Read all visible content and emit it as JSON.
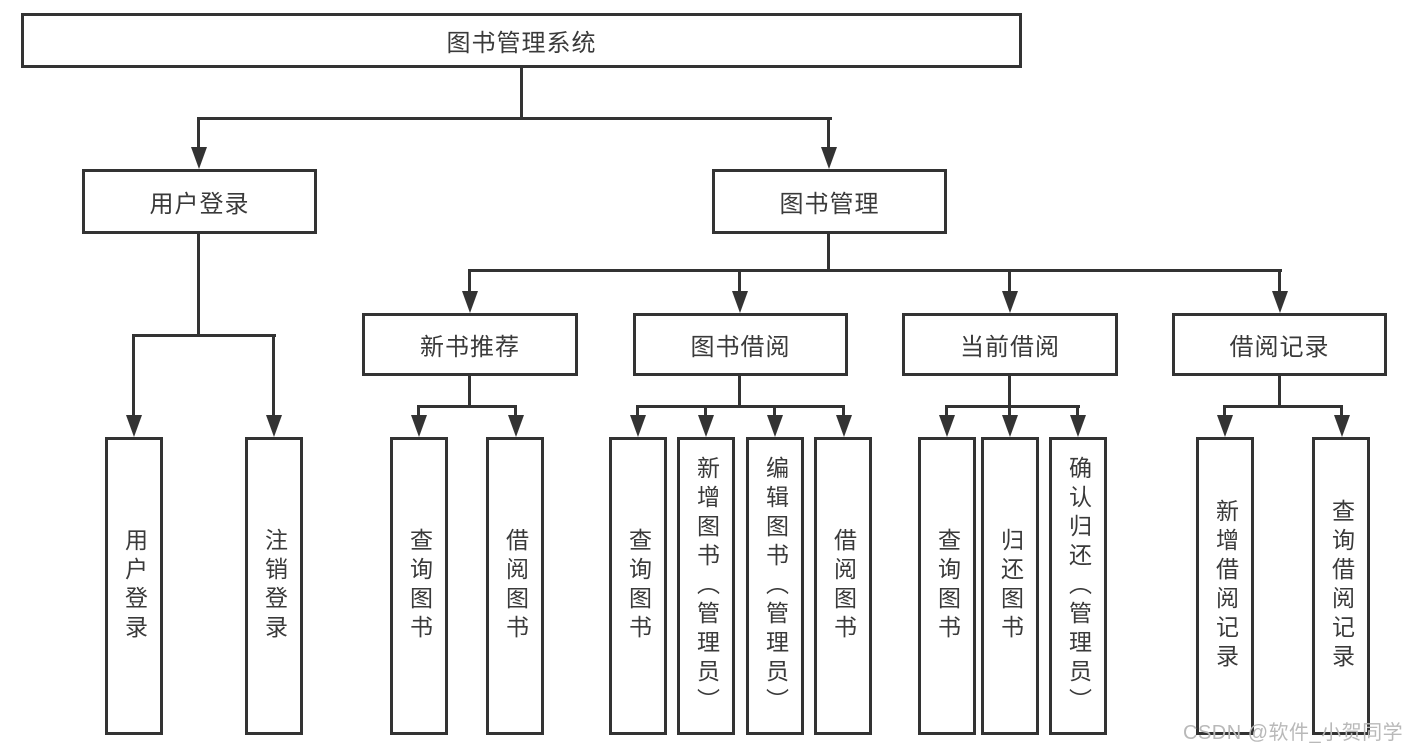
{
  "diagram": {
    "type": "tree",
    "root": {
      "label": "图书管理系统"
    },
    "branches": [
      {
        "label": "用户登录",
        "children": [
          {
            "label": "用户登录"
          },
          {
            "label": "注销登录"
          }
        ]
      },
      {
        "label": "图书管理",
        "children": [
          {
            "label": "新书推荐",
            "children": [
              {
                "label": "查询图书"
              },
              {
                "label": "借阅图书"
              }
            ]
          },
          {
            "label": "图书借阅",
            "children": [
              {
                "label": "查询图书"
              },
              {
                "label": "新增图书（管理员）"
              },
              {
                "label": "编辑图书（管理员）"
              },
              {
                "label": "借阅图书"
              }
            ]
          },
          {
            "label": "当前借阅",
            "children": [
              {
                "label": "查询图书"
              },
              {
                "label": "归还图书"
              },
              {
                "label": "确认归还（管理员）"
              }
            ]
          },
          {
            "label": "借阅记录",
            "children": [
              {
                "label": "新增借阅记录"
              },
              {
                "label": "查询借阅记录"
              }
            ]
          }
        ]
      }
    ]
  },
  "colors": {
    "line": "#333333",
    "text": "#3a3a3a",
    "watermark": "#b9b9b9",
    "background": "#ffffff"
  },
  "watermark": {
    "text": "CSDN @软件_小贺同学"
  }
}
